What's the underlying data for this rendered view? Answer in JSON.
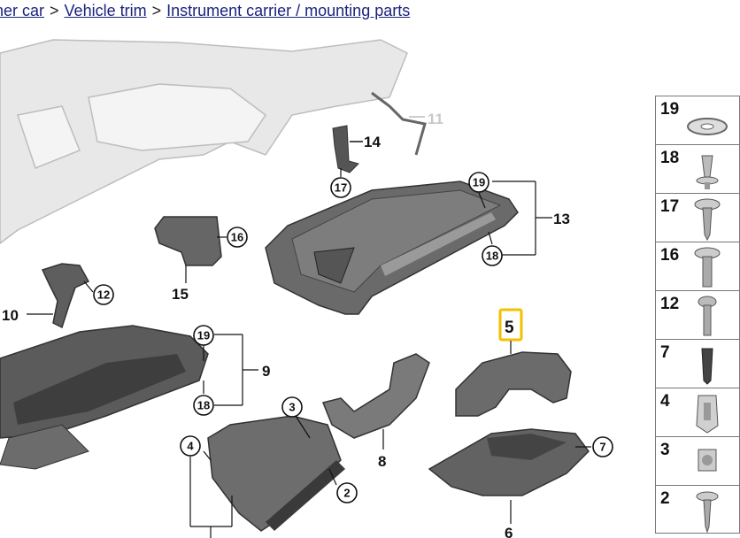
{
  "breadcrumb": {
    "items": [
      "her car",
      "Vehicle trim",
      "Instrument carrier / mounting parts"
    ],
    "separator": ">"
  },
  "diagram": {
    "callouts": [
      "19",
      "18",
      "19",
      "18",
      "17",
      "16",
      "12",
      "3",
      "4",
      "2",
      "7"
    ],
    "labels": [
      "11",
      "14",
      "13",
      "15",
      "10",
      "9",
      "8",
      "5",
      "6"
    ],
    "highlight_color": "#f2c200"
  },
  "legend": {
    "items": [
      "19",
      "18",
      "17",
      "16",
      "12",
      "7",
      "4",
      "3",
      "2"
    ]
  }
}
